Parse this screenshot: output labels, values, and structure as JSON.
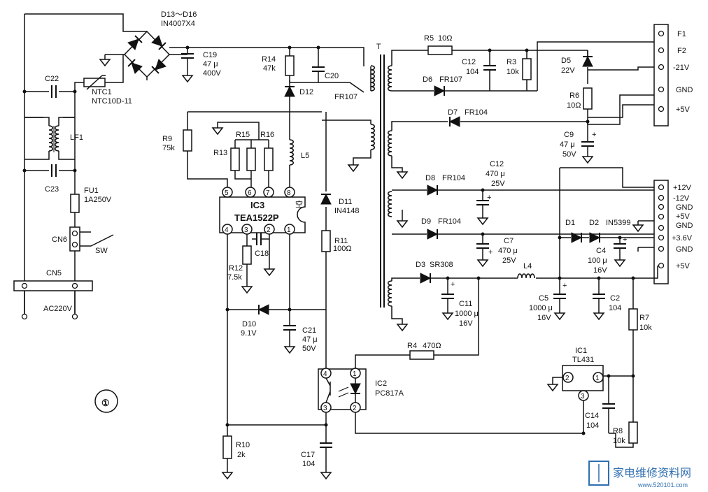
{
  "figure_number": "①",
  "diodes_bridge": {
    "name": "D13～D16",
    "part": "IN4007X4"
  },
  "input": {
    "c22": "C22",
    "c23": "C23",
    "ntc_name": "NTC1",
    "ntc_part": "NTC10D-11",
    "lf1": "LF1",
    "fu1_name": "FU1",
    "fu1_value": "1A250V",
    "cn6": "CN6",
    "sw": "SW",
    "cn5": "CN5",
    "ac": "AC220V"
  },
  "primary": {
    "c19_name": "C19",
    "c19_cap": "47 μ",
    "c19_v": "400V",
    "r14_name": "R14",
    "r14_val": "47k",
    "c20": "C20",
    "d12": "D12",
    "fr107": "FR107",
    "r9_name": "R9",
    "r9_val": "75k",
    "r13": "R13",
    "r15": "R15",
    "r16": "R16",
    "l5": "L5",
    "ic3_name": "IC3",
    "ic3_part": "TEA1522P",
    "kong": "空",
    "pins_top": [
      "5",
      "6",
      "7",
      "8"
    ],
    "pins_bottom": [
      "4",
      "3",
      "2",
      "1"
    ],
    "c18": "C18",
    "r12_name": "R12",
    "r12_val": "7.5k",
    "d11_name": "D11",
    "d11_part": "IN4148",
    "r11_name": "R11",
    "r11_val": "100Ω",
    "d10_name": "D10",
    "d10_val": "9.1V",
    "c21_name": "C21",
    "c21_cap": "47 μ",
    "c21_v": "50V",
    "r10_name": "R10",
    "r10_val": "2k",
    "c17_name": "C17",
    "c17_val": "104",
    "t": "T"
  },
  "optocoupler": {
    "name": "IC2",
    "part": "PC817A",
    "pins": [
      "4",
      "1",
      "3",
      "2"
    ]
  },
  "r4": {
    "name": "R4",
    "val": "470Ω"
  },
  "secondary_top": {
    "r5_name": "R5",
    "r5_val": "10Ω",
    "c12_name": "C12",
    "c12_val": "104",
    "r3_name": "R3",
    "r3_val": "10k",
    "d6_name": "D6",
    "d6_part": "FR107",
    "d5_name": "D5",
    "d5_val": "22V",
    "r6_name": "R6",
    "r6_val": "10Ω",
    "d7_name": "D7",
    "d7_part": "FR104",
    "c9_name": "C9",
    "c9_cap": "47 μ",
    "c9_v": "50V"
  },
  "connector1": [
    "F1",
    "F2",
    "-21V",
    "GND",
    "+5V"
  ],
  "secondary_mid": {
    "d8_name": "D8",
    "d8_part": "FR104",
    "c12b_name": "C12",
    "c12b_cap": "470 μ",
    "c12b_v": "25V",
    "d9_name": "D9",
    "d9_part": "FR104",
    "c7_name": "C7",
    "c7_cap": "470 μ",
    "c7_v": "25V",
    "d1": "D1",
    "d2_name": "D2",
    "d2_part": "IN5399",
    "c4_name": "C4",
    "c4_cap": "100 μ",
    "c4_v": "16V"
  },
  "connector2": [
    "+12V",
    "-12V",
    "GND",
    "+5V",
    "GND",
    "+3.6V",
    "GND",
    "+5V"
  ],
  "secondary_low": {
    "d3_name": "D3",
    "d3_part": "SR308",
    "c11_name": "C11",
    "c11_cap": "1000 μ",
    "c11_v": "16V",
    "l4": "L4",
    "c5_name": "C5",
    "c5_cap": "1000 μ",
    "c5_v": "16V",
    "c2_name": "C2",
    "c2_val": "104",
    "r7_name": "R7",
    "r7_val": "10k",
    "ic1_name": "IC1",
    "ic1_part": "TL431",
    "ic1_pins": [
      "2",
      "1",
      "3"
    ],
    "c14_name": "C14",
    "c14_val": "104",
    "r8_name": "R8",
    "r8_val": "10k"
  },
  "watermark": {
    "text": "家电维修资料网",
    "url": "www.520101.com"
  }
}
